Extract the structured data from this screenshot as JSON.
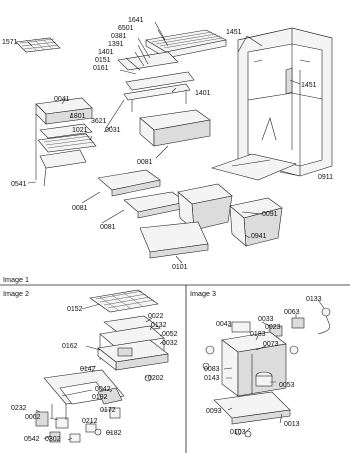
{
  "images": [
    {
      "caption": "Image 1",
      "labels": [
        "1641",
        "6501",
        "0381",
        "1391",
        "1401",
        "0151",
        "0161",
        "1571",
        "1451",
        "1451",
        "1401",
        "0041",
        "1801",
        "3621",
        "1021",
        "0031",
        "0081",
        "0541",
        "0081",
        "0081",
        "0091",
        "0911",
        "0941",
        "0101"
      ]
    },
    {
      "caption": "Image 2",
      "labels": [
        "0152",
        "0022",
        "0132",
        "0052",
        "0032",
        "0162",
        "0202",
        "0142",
        "0042",
        "0192",
        "0232",
        "0062",
        "0172",
        "0212",
        "0542",
        "0302",
        "0182"
      ]
    },
    {
      "caption": "Image 3",
      "labels": [
        "0133",
        "0063",
        "0043",
        "0033",
        "0023",
        "0183",
        "0073",
        "0083",
        "0143",
        "0053",
        "0093",
        "0103",
        "0013"
      ]
    }
  ]
}
